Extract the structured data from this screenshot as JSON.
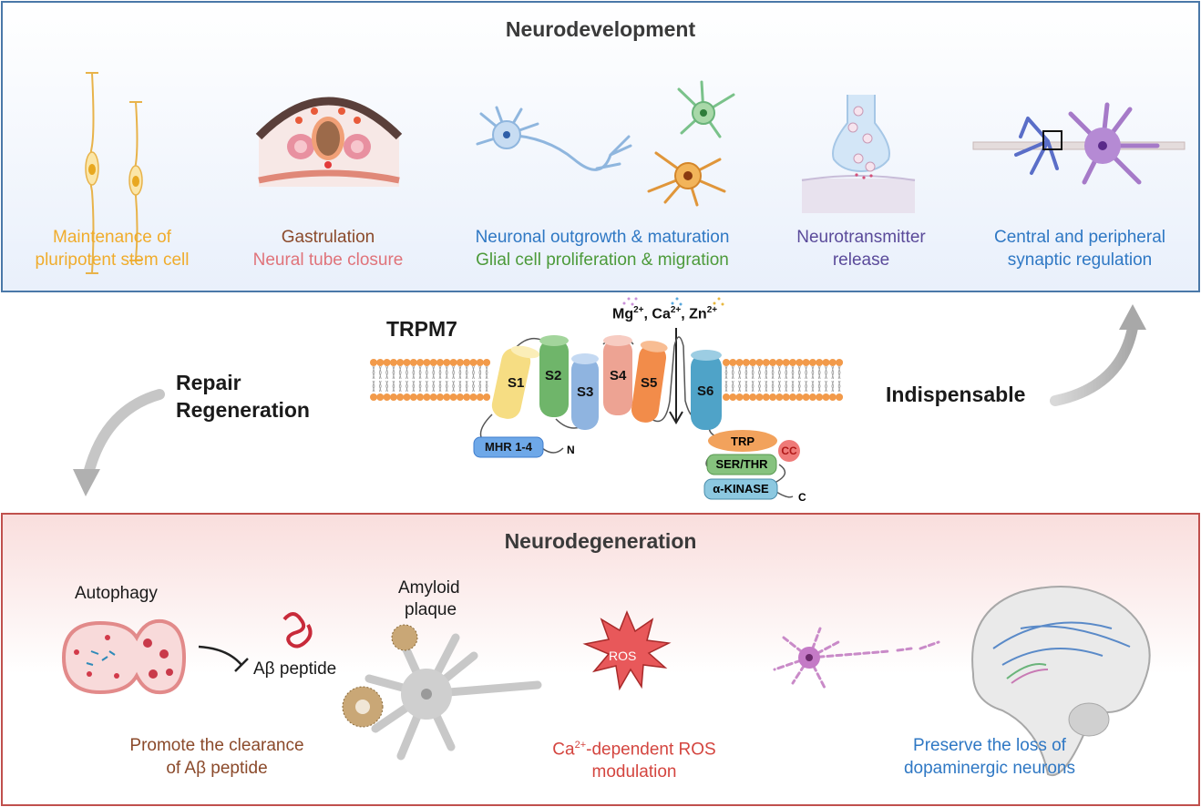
{
  "top": {
    "title": "Neurodevelopment",
    "captions": [
      {
        "line1": "Maintenance of",
        "line2": "pluripotent stem cell",
        "color1": "#f0ac2c",
        "color2": "#f0ac2c"
      },
      {
        "line1": "Gastrulation",
        "line2": "Neural tube closure",
        "color1": "#8b4a2b",
        "color2": "#e0737a"
      },
      {
        "line1": "Neuronal outgrowth & maturation",
        "line2": "Glial cell proliferation & migration",
        "color1": "#2f78c4",
        "color2": "#4c9a3a"
      },
      {
        "line1": "Neurotransmitter",
        "line2": "release",
        "color1": "#5a4a9a",
        "color2": "#5a4a9a"
      },
      {
        "line1": "Central and peripheral",
        "line2": "synaptic regulation",
        "color1": "#2f78c4",
        "color2": "#2f78c4"
      }
    ]
  },
  "middle": {
    "protein": "TRPM7",
    "left_label_1": "Repair",
    "left_label_2": "Regeneration",
    "right_label": "Indispensable",
    "ions": {
      "mg": "Mg",
      "ca": "Ca",
      "zn": "Zn",
      "charge": "2+"
    },
    "segments": [
      "S1",
      "S2",
      "S3",
      "S4",
      "S5",
      "S6"
    ],
    "domains": {
      "mhr": "MHR 1-4",
      "n": "N",
      "trp": "TRP",
      "cc": "CC",
      "ser": "SER/THR",
      "kinase": "α-KINASE",
      "c": "C"
    }
  },
  "bottom": {
    "title": "Neurodegeneration",
    "autophagy": "Autophagy",
    "abeta": "Aβ peptide",
    "amyloid_1": "Amyloid",
    "amyloid_2": "plaque",
    "ros": "ROS",
    "cap1_line1": "Promote the clearance",
    "cap1_line2": "of Aβ peptide",
    "cap2_ca": "Ca",
    "cap2_sup": "2+",
    "cap2_rest": "-dependent ROS",
    "cap2_line2": "modulation",
    "cap3_line1": "Preserve the loss of",
    "cap3_line2": "dopaminergic neurons",
    "colors": {
      "cap1": "#8b4a2b",
      "cap2": "#d4453f",
      "cap3": "#2f78c4"
    }
  }
}
